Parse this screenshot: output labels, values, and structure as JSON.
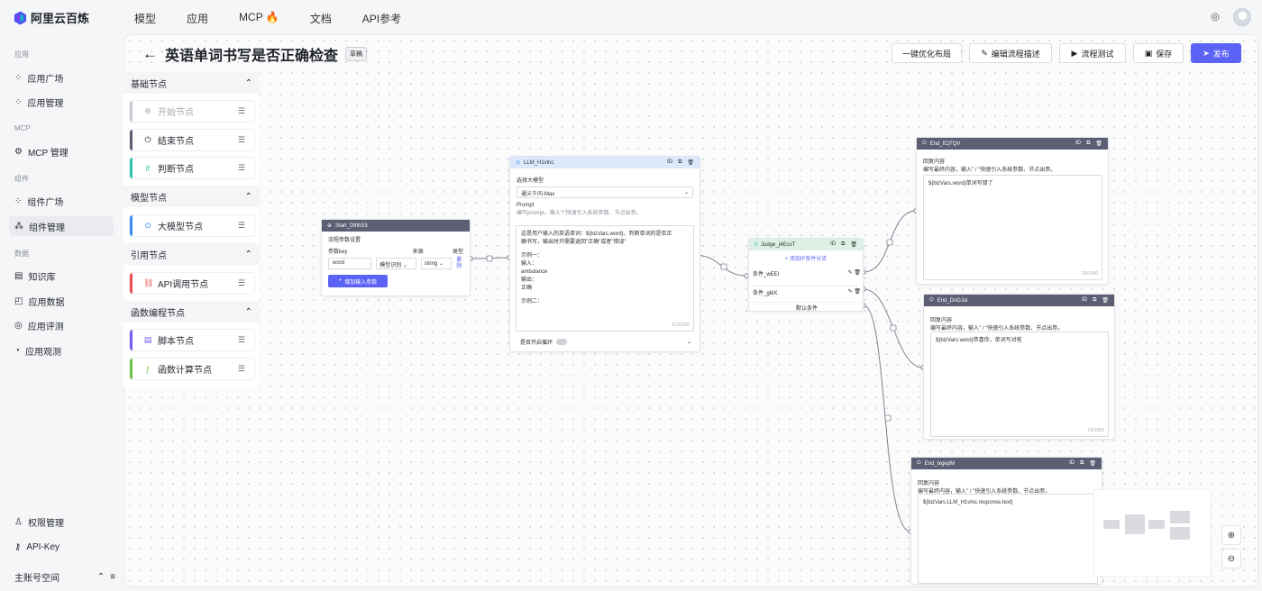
{
  "app": {
    "logo_text": "阿里云百炼"
  },
  "topnav": [
    "模型",
    "应用",
    "MCP 🔥",
    "文档",
    "API参考"
  ],
  "sidebar": {
    "groups": [
      "应用",
      "MCP",
      "组件",
      "数据"
    ],
    "items": [
      "应用广场",
      "应用管理",
      "MCP 管理",
      "组件广场",
      "组件管理",
      "知识库",
      "应用数据",
      "应用评测",
      "应用观测"
    ],
    "bottom": [
      "权限管理",
      "API-Key",
      "主账号空间"
    ]
  },
  "header": {
    "back": "←",
    "title": "英语单词书写是否正确检查",
    "badge": "草稿"
  },
  "toolbar": {
    "optimize": "一键优化布局",
    "edit_desc": "编辑流程描述",
    "test": "流程测试",
    "save": "保存",
    "publish": "发布"
  },
  "panel": {
    "sections": [
      "基础节点",
      "模型节点",
      "引用节点",
      "函数编程节点"
    ],
    "nodes": [
      "开始节点",
      "结束节点",
      "判断节点",
      "大模型节点",
      "API调用节点",
      "脚本节点",
      "函数计算节点"
    ]
  },
  "start_node": {
    "title": "Start_DlhhS3",
    "params_label": "流程参数设置",
    "col_key": "参数key",
    "col_src": "来源",
    "col_type": "类型",
    "key": "word",
    "source": "模型识别",
    "type": "string",
    "delete": "删除",
    "add_btn": "增加输入参数"
  },
  "llm_node": {
    "title": "LLM_H1vlnc",
    "id": "ID",
    "model_label": "选择大模型",
    "model": "通义千问-Max",
    "prompt_label": "Prompt",
    "prompt_hint": "编写prompt，输入\"/\"快速引入系统参数、节点出参。",
    "prompt_lines": [
      "这是用户输入的英语单词：${bizVars.word}，判断单词的是否正",
      "确书写，输出时只需要返回\"正确\"或者\"错误\"",
      "",
      "示例一：",
      "输入：",
      "ambulance",
      "输出：",
      "正确",
      "",
      "示例二："
    ],
    "counter": "112/1100",
    "loop": "是否开启循环"
  },
  "judge_node": {
    "title": "Judge_j4EcoT",
    "id": "ID",
    "add": "添加IF条件分支",
    "cond1": "条件_wEEl",
    "cond2": "条件_gblX",
    "default": "默认条件"
  },
  "end1": {
    "title": "End_fCjTQV",
    "id": "ID",
    "reply": "回复内容",
    "hint": "编写最终内容，输入\" / \"快速引入系统参数、节点出参。",
    "content": "${bizVars.word}单词写错了",
    "counter": "20/1000"
  },
  "end2": {
    "title": "End_DnDJoi",
    "id": "ID",
    "reply": "回复内容",
    "hint": "编写最终内容，输入\" / \"快速引入系统参数、节点出参。",
    "content": "${bizVars.word}恭喜你，单词写对啦",
    "counter": "24/1000"
  },
  "end3": {
    "title": "End_lxgepM",
    "id": "ID",
    "reply": "回复内容",
    "hint": "编写最终内容，输入\" / \"快速引入系统参数、节点出参。",
    "content": "${bizVars.LLM_H1vlnc.response.text}"
  },
  "colors": {
    "accent": "#5b62f6",
    "node_header": "#5c5f73"
  }
}
